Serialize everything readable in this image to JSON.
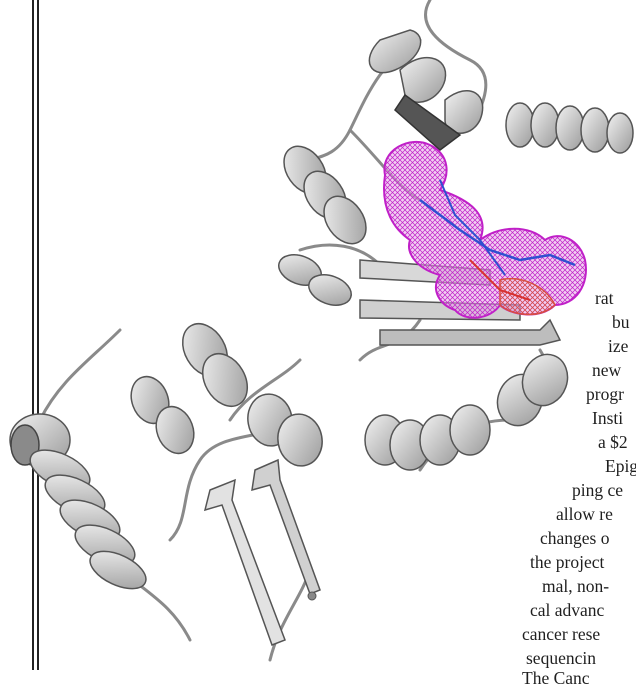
{
  "article_lines": [
    "rat",
    "bu",
    "ize",
    "new",
    "progr",
    "Insti",
    "a $2",
    "Epig",
    "ping ce",
    "allow re",
    "changes o",
    "the project",
    "mal, non-",
    "cal advanc",
    "cancer rese",
    "sequencin",
    "The Canc"
  ],
  "colors": {
    "ribbon_fill": "#d8d8d8",
    "ribbon_stroke": "#6a6a6a",
    "mesh_magenta": "#c020c8",
    "ligand_blue": "#3050d0",
    "ligand_red": "#d83030"
  }
}
